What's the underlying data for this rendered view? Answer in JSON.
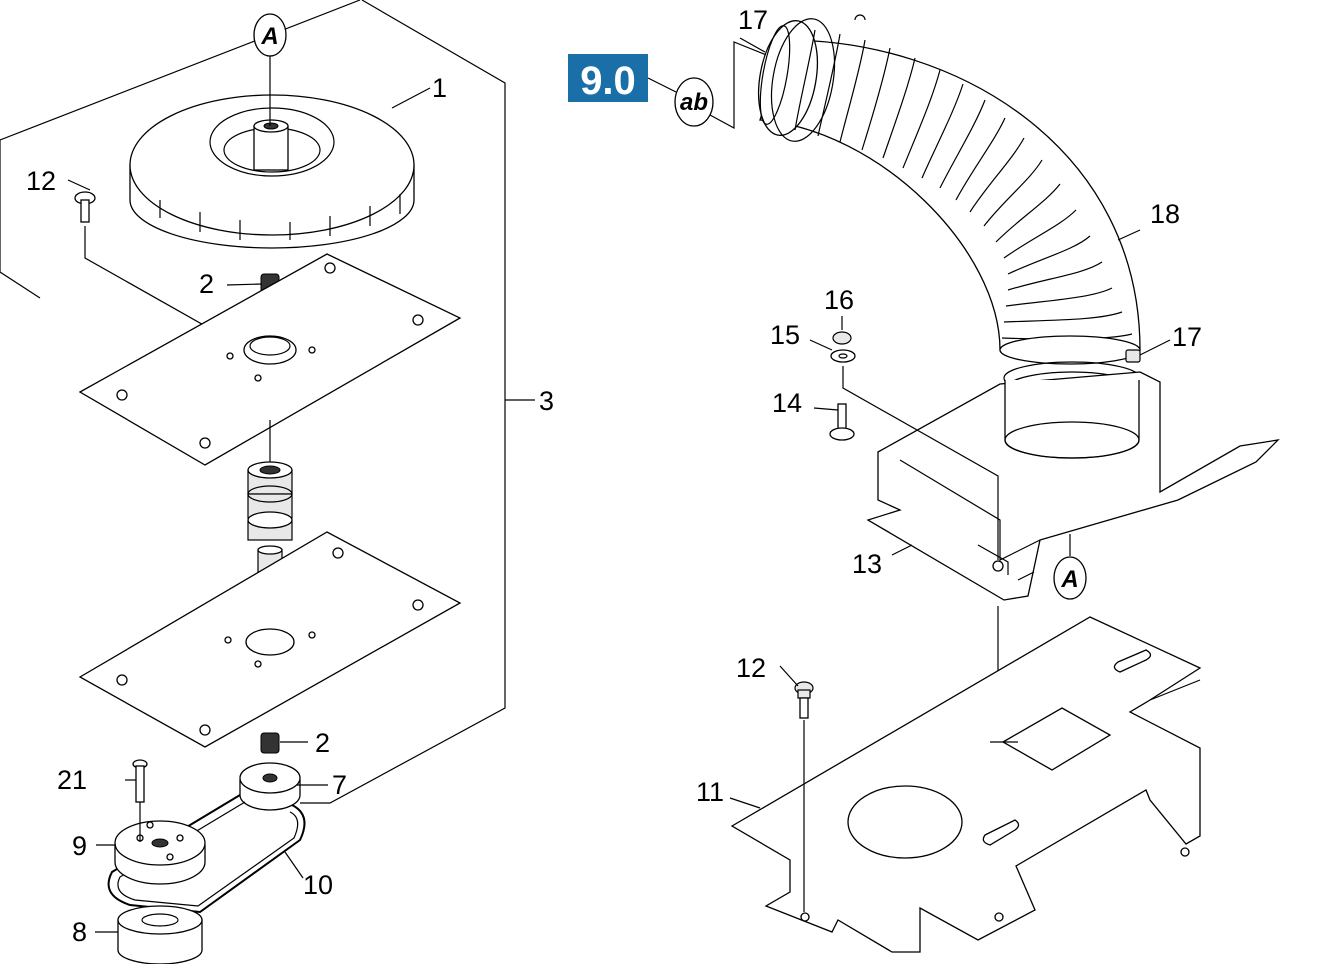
{
  "section_badge": {
    "text": "9.0",
    "color": "#1a6fa8"
  },
  "circle_marks": {
    "a": "A",
    "ab": "ab"
  },
  "callouts": [
    {
      "id": "c1",
      "text": "1"
    },
    {
      "id": "c2a",
      "text": "2"
    },
    {
      "id": "c2b",
      "text": "2"
    },
    {
      "id": "c3",
      "text": "3"
    },
    {
      "id": "c7",
      "text": "7"
    },
    {
      "id": "c8",
      "text": "8"
    },
    {
      "id": "c9",
      "text": "9"
    },
    {
      "id": "c10",
      "text": "10"
    },
    {
      "id": "c11",
      "text": "11"
    },
    {
      "id": "c12a",
      "text": "12"
    },
    {
      "id": "c12b",
      "text": "12"
    },
    {
      "id": "c13",
      "text": "13"
    },
    {
      "id": "c14",
      "text": "14"
    },
    {
      "id": "c15",
      "text": "15"
    },
    {
      "id": "c16",
      "text": "16"
    },
    {
      "id": "c17a",
      "text": "17"
    },
    {
      "id": "c17b",
      "text": "17"
    },
    {
      "id": "c18",
      "text": "18"
    },
    {
      "id": "c21",
      "text": "21"
    }
  ]
}
